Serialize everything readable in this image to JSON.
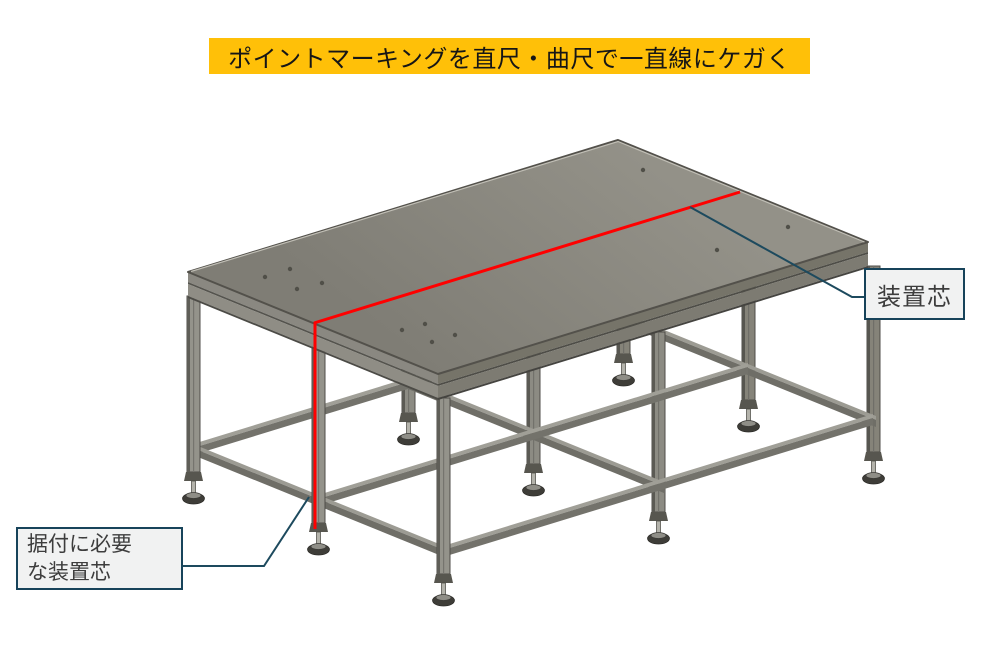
{
  "figure": {
    "title": "ポイントマーキングを直尺・曲尺で一直線にケガく",
    "callout_right": {
      "text": "装置芯"
    },
    "callout_left": {
      "line1": "据付に必要",
      "line2": "な装置芯"
    },
    "subject": "isometric-table-frame-with-marking-centerline"
  },
  "colors": {
    "banner_bg": "#FFC008",
    "banner_text": "#161616",
    "centerline_red": "#FF0000",
    "leader_teal": "#1d4a5e",
    "callout_border": "#17435a",
    "callout_bg": "#f1f2f2",
    "callout_text": "#3d3d3d",
    "table_top_light": "#939188",
    "table_top_dark": "#7f7d75",
    "steel_outline": "#53514b"
  }
}
